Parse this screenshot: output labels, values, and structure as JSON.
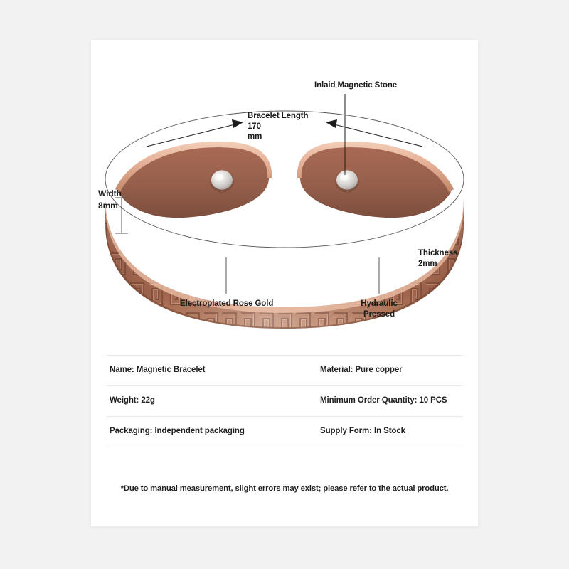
{
  "page": {
    "background_color": "#f2f2f2",
    "card_background": "#ffffff"
  },
  "colors": {
    "rose_gold_light": "#e3a98f",
    "rose_gold_mid": "#c98c72",
    "rose_gold_dark": "#8b5a44",
    "inner_brown": "#9c6450",
    "magnet_silver": "#d8d5d2",
    "annotation_text": "#1b1b1b",
    "divider": "#e8e8e8"
  },
  "annotations": {
    "magnetic_stone": "Inlaid Magnetic Stone",
    "bracelet_length": "Bracelet Length 170\nmm",
    "width": "Width\n8mm",
    "thickness": "Thickness 2mm",
    "rose_gold": "Electroplated Rose Gold",
    "hydraulic": "Hydraulic\nPressed"
  },
  "spec_table": {
    "rows": [
      {
        "left": "Name: Magnetic Bracelet",
        "right": "Material: Pure copper"
      },
      {
        "left": "Weight: 22g",
        "right": "Minimum Order Quantity: 10 PCS"
      },
      {
        "left": "Packaging: Independent packaging",
        "right": "Supply Form: In Stock"
      }
    ]
  },
  "footnote": {
    "text": "*Due to manual measurement, slight errors may exist; please refer to the actual product."
  }
}
